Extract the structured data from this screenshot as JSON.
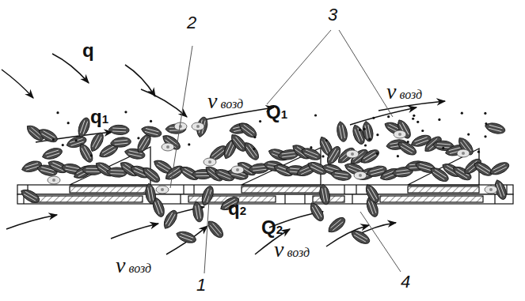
{
  "diagram": {
    "labels": [
      "q",
      "q1",
      "2",
      "3",
      "v возд",
      "Q1",
      "v возд",
      "q2",
      "Q2",
      "v возд",
      "v возд",
      "1",
      "4"
    ]
  }
}
